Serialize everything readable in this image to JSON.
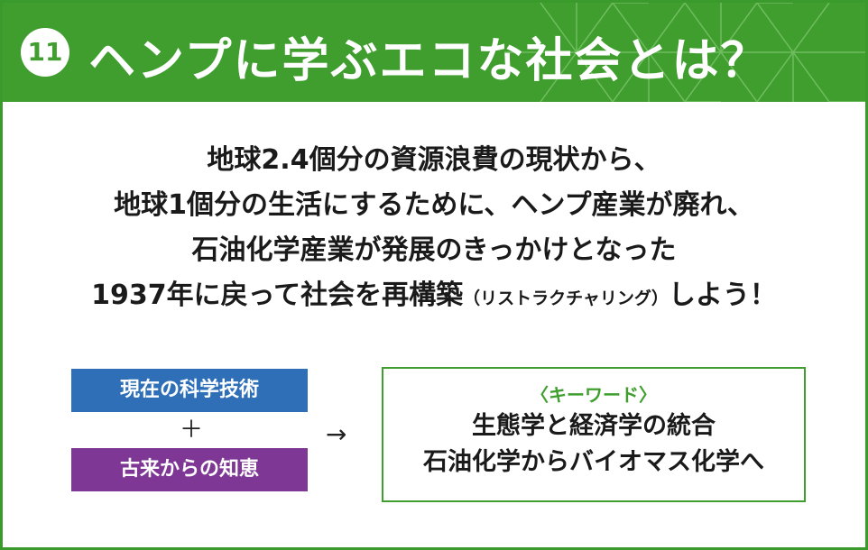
{
  "header": {
    "number": "11",
    "title": "ヘンプに学ぶエコな社会とは？"
  },
  "body": {
    "line1": "地球2.4個分の資源浪費の現状から、",
    "line2": "地球1個分の生活にするために、ヘンプ産業が廃れ、",
    "line3": "石油化学産業が発展のきっかけとなった",
    "line4a": "1937年に戻って社会を再構築",
    "line4b": "（リストラクチャリング）",
    "line4c": "しよう！"
  },
  "tags": {
    "science": "現在の科学技術",
    "plus": "＋",
    "wisdom": "古来からの知恵",
    "arrow": "→"
  },
  "keyword_box": {
    "heading": "〈キーワード〉",
    "line1": "生態学と経済学の統合",
    "line2": "石油化学からバイオマス化学へ"
  },
  "colors": {
    "green": "#3f9e2e",
    "blue": "#2e6fb8",
    "purple": "#7e3794"
  }
}
